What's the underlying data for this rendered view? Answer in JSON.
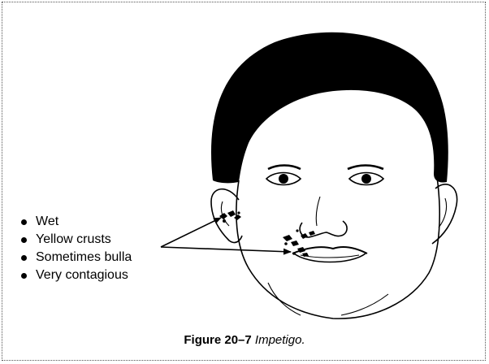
{
  "features": [
    {
      "text": "Wet"
    },
    {
      "text": "Yellow crusts"
    },
    {
      "text": "Sometimes bulla"
    },
    {
      "text": "Very contagious"
    }
  ],
  "caption": {
    "number": "Figure 20–7",
    "title": "Impetigo."
  },
  "colors": {
    "ink": "#000000",
    "border": "#555555",
    "background": "#ffffff"
  },
  "icons": {
    "bullet": "filled-circle-icon",
    "pointer": "arrow-icon",
    "face": "face-line-drawing-icon"
  }
}
